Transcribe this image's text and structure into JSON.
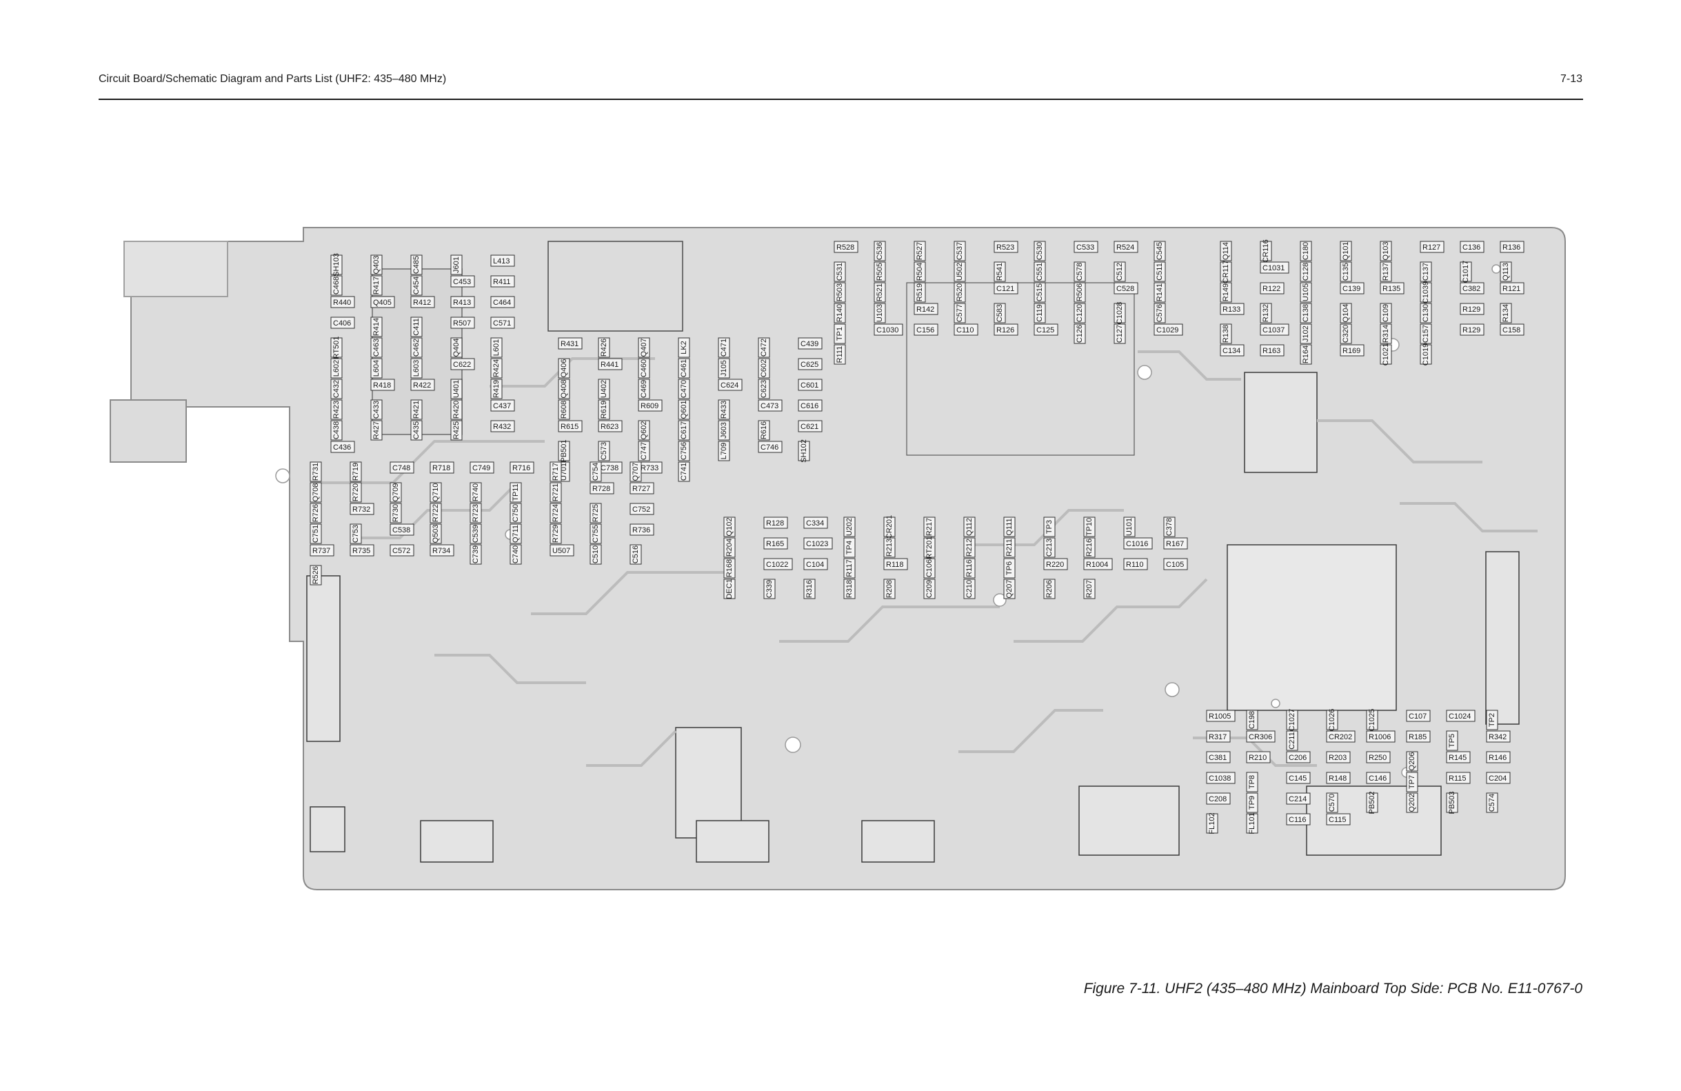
{
  "header": {
    "title": "Circuit Board/Schematic Diagram and Parts List (UHF2: 435–480 MHz)",
    "page_number": "7-13"
  },
  "caption": "Figure 7-11. UHF2 (435–480 MHz) Mainboard Top Side: PCB No. E11-0767-0",
  "components": [
    {
      "label": "SH103",
      "rot": true
    },
    {
      "label": "Q403",
      "rot": true
    },
    {
      "label": "C485",
      "rot": true
    },
    {
      "label": "J601",
      "rot": true
    },
    {
      "label": "L413"
    },
    {
      "label": "C468",
      "rot": true
    },
    {
      "label": "R417",
      "rot": true
    },
    {
      "label": "C454",
      "rot": true
    },
    {
      "label": "C453"
    },
    {
      "label": "R411"
    },
    {
      "label": "R440"
    },
    {
      "label": "Q405"
    },
    {
      "label": "R412"
    },
    {
      "label": "R413"
    },
    {
      "label": "C464"
    },
    {
      "label": "C406"
    },
    {
      "label": "R414",
      "rot": true
    },
    {
      "label": "C411",
      "rot": true
    },
    {
      "label": "R507"
    },
    {
      "label": "C571"
    },
    {
      "label": "RT501",
      "rot": true
    },
    {
      "label": "C463",
      "rot": true
    },
    {
      "label": "C462",
      "rot": true
    },
    {
      "label": "Q404",
      "rot": true
    },
    {
      "label": "L601",
      "rot": true
    },
    {
      "label": "L602",
      "rot": true
    },
    {
      "label": "L604",
      "rot": true
    },
    {
      "label": "L603",
      "rot": true
    },
    {
      "label": "C622"
    },
    {
      "label": "R424",
      "rot": true
    },
    {
      "label": "C432",
      "rot": true
    },
    {
      "label": "R418"
    },
    {
      "label": "R422"
    },
    {
      "label": "U401",
      "rot": true
    },
    {
      "label": "R419",
      "rot": true
    },
    {
      "label": "R423",
      "rot": true
    },
    {
      "label": "C433",
      "rot": true
    },
    {
      "label": "R421",
      "rot": true
    },
    {
      "label": "R420",
      "rot": true
    },
    {
      "label": "C437"
    },
    {
      "label": "C438",
      "rot": true
    },
    {
      "label": "R427",
      "rot": true
    },
    {
      "label": "C435",
      "rot": true
    },
    {
      "label": "R425",
      "rot": true
    },
    {
      "label": "R432"
    },
    {
      "label": "C436"
    },
    {
      "label": "R431"
    },
    {
      "label": "R426",
      "rot": true
    },
    {
      "label": "Q407",
      "rot": true
    },
    {
      "label": "LK2",
      "rot": true
    },
    {
      "label": "C471",
      "rot": true
    },
    {
      "label": "C472",
      "rot": true
    },
    {
      "label": "C439"
    },
    {
      "label": "Q406",
      "rot": true
    },
    {
      "label": "R441"
    },
    {
      "label": "C460",
      "rot": true
    },
    {
      "label": "C461",
      "rot": true
    },
    {
      "label": "J105",
      "rot": true
    },
    {
      "label": "C602",
      "rot": true
    },
    {
      "label": "C625"
    },
    {
      "label": "Q408",
      "rot": true
    },
    {
      "label": "U402",
      "rot": true
    },
    {
      "label": "C469",
      "rot": true
    },
    {
      "label": "C470",
      "rot": true
    },
    {
      "label": "C624"
    },
    {
      "label": "C623",
      "rot": true
    },
    {
      "label": "C601"
    },
    {
      "label": "R608",
      "rot": true
    },
    {
      "label": "R619",
      "rot": true
    },
    {
      "label": "R609"
    },
    {
      "label": "Q601",
      "rot": true
    },
    {
      "label": "R433",
      "rot": true
    },
    {
      "label": "C473"
    },
    {
      "label": "C616"
    },
    {
      "label": "R615"
    },
    {
      "label": "R623"
    },
    {
      "label": "Q602",
      "rot": true
    },
    {
      "label": "C617",
      "rot": true
    },
    {
      "label": "J603",
      "rot": true
    },
    {
      "label": "R616",
      "rot": true
    },
    {
      "label": "C621"
    },
    {
      "label": "PB501",
      "rot": true
    },
    {
      "label": "C573",
      "rot": true
    },
    {
      "label": "C747",
      "rot": true
    },
    {
      "label": "C756",
      "rot": true
    },
    {
      "label": "L709",
      "rot": true
    },
    {
      "label": "C746"
    },
    {
      "label": "SH102",
      "rot": true
    },
    {
      "label": "U701",
      "rot": true
    },
    {
      "label": "C738"
    },
    {
      "label": "R733"
    },
    {
      "label": "C741",
      "rot": true
    },
    {
      "label": "R731",
      "rot": true
    },
    {
      "label": "R719",
      "rot": true
    },
    {
      "label": "C748"
    },
    {
      "label": "R718"
    },
    {
      "label": "C749"
    },
    {
      "label": "R716"
    },
    {
      "label": "R717",
      "rot": true
    },
    {
      "label": "C754",
      "rot": true
    },
    {
      "label": "Q707",
      "rot": true
    },
    {
      "label": "Q708",
      "rot": true
    },
    {
      "label": "R720",
      "rot": true
    },
    {
      "label": "Q709",
      "rot": true
    },
    {
      "label": "Q710",
      "rot": true
    },
    {
      "label": "R740",
      "rot": true
    },
    {
      "label": "TP11",
      "rot": true
    },
    {
      "label": "R721",
      "rot": true
    },
    {
      "label": "R728"
    },
    {
      "label": "R727"
    },
    {
      "label": "R726",
      "rot": true
    },
    {
      "label": "R732"
    },
    {
      "label": "R730",
      "rot": true
    },
    {
      "label": "R722",
      "rot": true
    },
    {
      "label": "R723",
      "rot": true
    },
    {
      "label": "C750",
      "rot": true
    },
    {
      "label": "R724",
      "rot": true
    },
    {
      "label": "R725",
      "rot": true
    },
    {
      "label": "C752"
    },
    {
      "label": "C751",
      "rot": true
    },
    {
      "label": "C753",
      "rot": true
    },
    {
      "label": "C538"
    },
    {
      "label": "Q503",
      "rot": true
    },
    {
      "label": "C539",
      "rot": true
    },
    {
      "label": "Q711",
      "rot": true
    },
    {
      "label": "R729",
      "rot": true
    },
    {
      "label": "C755",
      "rot": true
    },
    {
      "label": "R736"
    },
    {
      "label": "R737"
    },
    {
      "label": "R735"
    },
    {
      "label": "C572"
    },
    {
      "label": "R734"
    },
    {
      "label": "C739",
      "rot": true
    },
    {
      "label": "C740",
      "rot": true
    },
    {
      "label": "U507"
    },
    {
      "label": "C510",
      "rot": true
    },
    {
      "label": "C516",
      "rot": true
    },
    {
      "label": "R526",
      "rot": true
    },
    {
      "label": "R528"
    },
    {
      "label": "C536",
      "rot": true
    },
    {
      "label": "R527",
      "rot": true
    },
    {
      "label": "C537",
      "rot": true
    },
    {
      "label": "R523"
    },
    {
      "label": "C530",
      "rot": true
    },
    {
      "label": "C533"
    },
    {
      "label": "R524"
    },
    {
      "label": "C545",
      "rot": true
    },
    {
      "label": "C531",
      "rot": true
    },
    {
      "label": "R505",
      "rot": true
    },
    {
      "label": "R504",
      "rot": true
    },
    {
      "label": "U502",
      "rot": true
    },
    {
      "label": "R541",
      "rot": true
    },
    {
      "label": "C551",
      "rot": true
    },
    {
      "label": "C578",
      "rot": true
    },
    {
      "label": "C512",
      "rot": true
    },
    {
      "label": "C511",
      "rot": true
    },
    {
      "label": "R503",
      "rot": true
    },
    {
      "label": "R521",
      "rot": true
    },
    {
      "label": "R519",
      "rot": true
    },
    {
      "label": "R520",
      "rot": true
    },
    {
      "label": "C121"
    },
    {
      "label": "C515",
      "rot": true
    },
    {
      "label": "R506",
      "rot": true
    },
    {
      "label": "C528"
    },
    {
      "label": "R141",
      "rot": true
    },
    {
      "label": "R140",
      "rot": true
    },
    {
      "label": "U103",
      "rot": true
    },
    {
      "label": "R142"
    },
    {
      "label": "C577",
      "rot": true
    },
    {
      "label": "C583",
      "rot": true
    },
    {
      "label": "C119",
      "rot": true
    },
    {
      "label": "C120",
      "rot": true
    },
    {
      "label": "C1028",
      "rot": true
    },
    {
      "label": "C576",
      "rot": true
    },
    {
      "label": "TP1",
      "rot": true
    },
    {
      "label": "C1030"
    },
    {
      "label": "C156"
    },
    {
      "label": "C110"
    },
    {
      "label": "R126"
    },
    {
      "label": "C125"
    },
    {
      "label": "C126",
      "rot": true
    },
    {
      "label": "C127",
      "rot": true
    },
    {
      "label": "C1029"
    },
    {
      "label": "R111",
      "rot": true
    },
    {
      "label": "Q114",
      "rot": true
    },
    {
      "label": "CR116",
      "rot": true
    },
    {
      "label": "C180",
      "rot": true
    },
    {
      "label": "Q101",
      "rot": true
    },
    {
      "label": "Q103",
      "rot": true
    },
    {
      "label": "R127"
    },
    {
      "label": "C136"
    },
    {
      "label": "R136"
    },
    {
      "label": "CR117",
      "rot": true
    },
    {
      "label": "C1031"
    },
    {
      "label": "C128",
      "rot": true
    },
    {
      "label": "C135",
      "rot": true
    },
    {
      "label": "R137",
      "rot": true
    },
    {
      "label": "C137",
      "rot": true
    },
    {
      "label": "C1017",
      "rot": true
    },
    {
      "label": "Q113",
      "rot": true
    },
    {
      "label": "R149",
      "rot": true
    },
    {
      "label": "R122"
    },
    {
      "label": "U105",
      "rot": true
    },
    {
      "label": "C139"
    },
    {
      "label": "R135"
    },
    {
      "label": "C1039",
      "rot": true
    },
    {
      "label": "C382"
    },
    {
      "label": "R121"
    },
    {
      "label": "R133"
    },
    {
      "label": "R132",
      "rot": true
    },
    {
      "label": "C138",
      "rot": true
    },
    {
      "label": "Q104",
      "rot": true
    },
    {
      "label": "C109",
      "rot": true
    },
    {
      "label": "C130",
      "rot": true
    },
    {
      "label": "R129"
    },
    {
      "label": "R134",
      "rot": true
    },
    {
      "label": "R138",
      "rot": true
    },
    {
      "label": "C1037"
    },
    {
      "label": "J102",
      "rot": true
    },
    {
      "label": "C320",
      "rot": true
    },
    {
      "label": "R314",
      "rot": true
    },
    {
      "label": "C157",
      "rot": true
    },
    {
      "label": "R129"
    },
    {
      "label": "C158"
    },
    {
      "label": "C134"
    },
    {
      "label": "R163"
    },
    {
      "label": "R164",
      "rot": true
    },
    {
      "label": "R169"
    },
    {
      "label": "C1021",
      "rot": true
    },
    {
      "label": "C1019",
      "rot": true
    },
    {
      "label": "Q102",
      "rot": true
    },
    {
      "label": "R128"
    },
    {
      "label": "C334"
    },
    {
      "label": "U202",
      "rot": true
    },
    {
      "label": "CR201",
      "rot": true
    },
    {
      "label": "R217",
      "rot": true
    },
    {
      "label": "Q112",
      "rot": true
    },
    {
      "label": "Q111",
      "rot": true
    },
    {
      "label": "TP3",
      "rot": true
    },
    {
      "label": "TP10",
      "rot": true
    },
    {
      "label": "U101",
      "rot": true
    },
    {
      "label": "C378",
      "rot": true
    },
    {
      "label": "R204",
      "rot": true
    },
    {
      "label": "R165"
    },
    {
      "label": "C1023"
    },
    {
      "label": "TP4",
      "rot": true
    },
    {
      "label": "R213",
      "rot": true
    },
    {
      "label": "RT201",
      "rot": true
    },
    {
      "label": "R212",
      "rot": true
    },
    {
      "label": "R211",
      "rot": true
    },
    {
      "label": "C213",
      "rot": true
    },
    {
      "label": "R216",
      "rot": true
    },
    {
      "label": "C1016"
    },
    {
      "label": "R167"
    },
    {
      "label": "R168",
      "rot": true
    },
    {
      "label": "C1022"
    },
    {
      "label": "C104"
    },
    {
      "label": "R117",
      "rot": true
    },
    {
      "label": "R118"
    },
    {
      "label": "C106",
      "rot": true
    },
    {
      "label": "R116",
      "rot": true
    },
    {
      "label": "TP6",
      "rot": true
    },
    {
      "label": "R220"
    },
    {
      "label": "R1004"
    },
    {
      "label": "R110"
    },
    {
      "label": "C105"
    },
    {
      "label": "DEC1",
      "rot": true
    },
    {
      "label": "C339",
      "rot": true
    },
    {
      "label": "R316",
      "rot": true
    },
    {
      "label": "R318",
      "rot": true
    },
    {
      "label": "R208",
      "rot": true
    },
    {
      "label": "C209",
      "rot": true
    },
    {
      "label": "C210",
      "rot": true
    },
    {
      "label": "Q207",
      "rot": true
    },
    {
      "label": "R206",
      "rot": true
    },
    {
      "label": "R207",
      "rot": true
    },
    {
      "label": "R1005"
    },
    {
      "label": "C198",
      "rot": true
    },
    {
      "label": "C1027",
      "rot": true
    },
    {
      "label": "C1026",
      "rot": true
    },
    {
      "label": "C1025",
      "rot": true
    },
    {
      "label": "C107"
    },
    {
      "label": "C1024"
    },
    {
      "label": "TP2",
      "rot": true
    },
    {
      "label": "R317"
    },
    {
      "label": "CR306"
    },
    {
      "label": "C211",
      "rot": true
    },
    {
      "label": "CR202"
    },
    {
      "label": "R1006"
    },
    {
      "label": "R185"
    },
    {
      "label": "TP5",
      "rot": true
    },
    {
      "label": "R342"
    },
    {
      "label": "C381"
    },
    {
      "label": "R210"
    },
    {
      "label": "C206"
    },
    {
      "label": "R203"
    },
    {
      "label": "R250"
    },
    {
      "label": "Q206",
      "rot": true
    },
    {
      "label": "R145"
    },
    {
      "label": "R146"
    },
    {
      "label": "C1038"
    },
    {
      "label": "TP8",
      "rot": true
    },
    {
      "label": "C145"
    },
    {
      "label": "R148"
    },
    {
      "label": "C146"
    },
    {
      "label": "TP7",
      "rot": true
    },
    {
      "label": "R115"
    },
    {
      "label": "C204"
    },
    {
      "label": "C208"
    },
    {
      "label": "TP9",
      "rot": true
    },
    {
      "label": "C214"
    },
    {
      "label": "C570",
      "rot": true
    },
    {
      "label": "PB502",
      "rot": true
    },
    {
      "label": "Q202",
      "rot": true
    },
    {
      "label": "PB503",
      "rot": true
    },
    {
      "label": "C574",
      "rot": true
    },
    {
      "label": "FL102",
      "rot": true
    },
    {
      "label": "FL101",
      "rot": true
    },
    {
      "label": "C116"
    },
    {
      "label": "C115"
    }
  ]
}
